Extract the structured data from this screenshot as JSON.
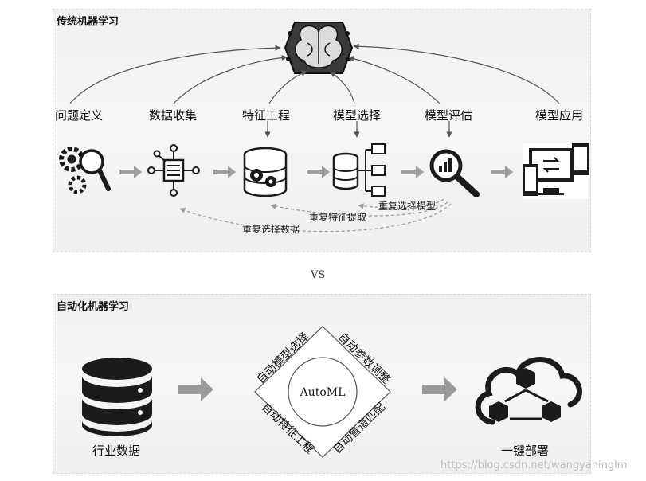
{
  "top": {
    "title": "传统机器学习",
    "steps": [
      "问题定义",
      "数据收集",
      "特征工程",
      "模型选择",
      "模型评估",
      "模型应用"
    ],
    "loops": [
      "重复选择模型",
      "重复特征提取",
      "重复选择数据"
    ]
  },
  "vs": "VS",
  "bottom": {
    "title": "自动化机器学习",
    "input_label": "行业数据",
    "center_label": "AutoML",
    "diamond": {
      "top_left": "自动模型选择",
      "top_right": "自动参数调整",
      "bottom_left": "自动特征工程",
      "bottom_right": "自动管道匹配"
    },
    "output_label": "一键部署"
  },
  "watermark": "https://blog.csdn.net/wangyaninglm",
  "icons": {
    "brain": "brain-circuit-icon",
    "gears": "gears-search-icon",
    "collect": "data-collect-icon",
    "db_gears": "database-gears-icon",
    "db_tree": "database-tree-icon",
    "evaluate": "magnifier-chart-icon",
    "devices": "devices-icon",
    "database": "database-icon",
    "cubes": "cloud-cubes-icon"
  },
  "colors": {
    "icon": "#1b1b1b",
    "arrow": "#a8a8a8",
    "panel": "#f3f3f3"
  }
}
